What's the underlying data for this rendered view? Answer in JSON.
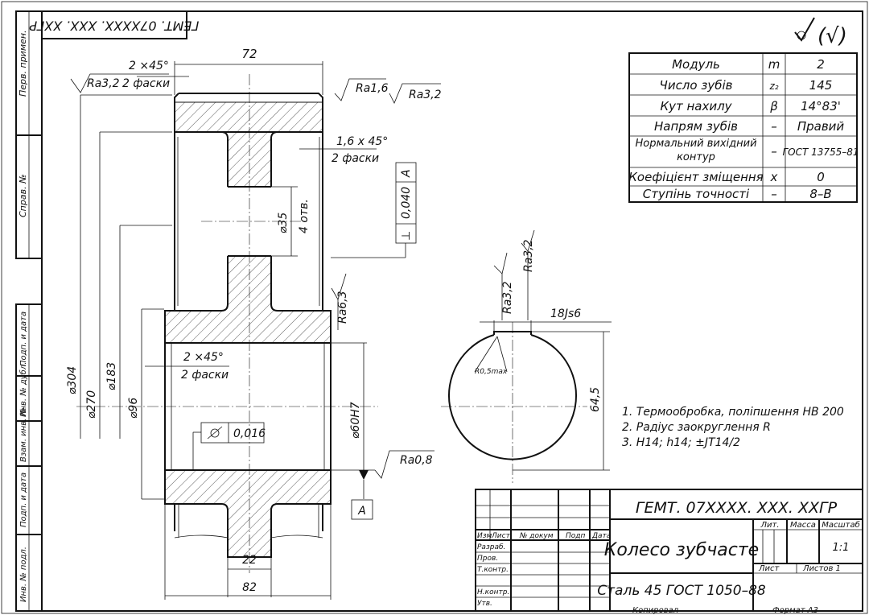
{
  "stamp_top": "ГЕМТ. 07XXXX. XXX. XXГР",
  "side_labels": [
    "Перв. примен.",
    "Справ. №",
    "Подп. и дата",
    "Инв. № дубл.",
    "Взам. инв. №",
    "Подп. и дата",
    "Инв. № подл."
  ],
  "roughness_general": "(√)",
  "params_table": [
    {
      "name": "Модуль",
      "symbol": "m",
      "value": "2"
    },
    {
      "name": "Число зубів",
      "symbol": "z₂",
      "value": "145"
    },
    {
      "name": "Кут нахилу",
      "symbol": "β",
      "value": "14°83'"
    },
    {
      "name": "Напрям зубів",
      "symbol": "–",
      "value": "Правий"
    },
    {
      "name": "Нормальний вихідний контур",
      "symbol": "–",
      "value": "ГОСТ 13755–81"
    },
    {
      "name": "Коефіцієнт зміщення",
      "symbol": "x",
      "value": "0"
    },
    {
      "name": "Ступінь точності",
      "symbol": "–",
      "value": "8–B"
    }
  ],
  "dims": {
    "width_top": "72",
    "chamfer_top": "2 ×45°",
    "chamfer_top_note": "2 фаски",
    "ra_left": "Ra3,2",
    "ra_mid": "Ra1,6",
    "ra_right": "Ra3,2",
    "chamfer_inner": "1,6 x 45°",
    "chamfer_inner_note": "2 фаски",
    "tol_perp": "0,040",
    "tol_perp_base": "A",
    "hole_dia": "⌀35",
    "hole_count": "4 отв.",
    "ra_hub": "Ra6,3",
    "chamfer_bore": "2 ×45°",
    "chamfer_bore_note": "2 фаски",
    "d304": "⌀304",
    "d270": "⌀270",
    "d183": "⌀183",
    "d96": "⌀96",
    "bore": "⌀60H7",
    "tol_runout": "0,016",
    "ra_bore": "Ra0,8",
    "base_A": "A",
    "w22": "22",
    "w82": "82"
  },
  "section": {
    "ra_a": "Ra3,2",
    "ra_b": "Ra3,2",
    "key_width": "18Js6",
    "height": "64,5",
    "radius": "R0,5max"
  },
  "notes": [
    "1. Термообробка, поліпшення НВ 200",
    "2. Радіус заокруглення  R",
    "3. H14; h14; ±JT14/2"
  ],
  "title_block": {
    "doc_code": "ГЕМТ. 07XXXX. XXX. XXГР",
    "part_name": "Колесо зубчасте",
    "material": "Сталь 45 ГОСТ 1050–88",
    "col_izm": "Изм",
    "col_list": "Лист",
    "col_doc": "№ докум",
    "col_podp": "Подп",
    "col_data": "Дата",
    "row_razrab": "Разраб.",
    "row_prov": "Пров.",
    "row_tkontr": "Т.контр.",
    "row_nkontr": "Н.контр.",
    "row_utv": "Утв.",
    "lit": "Лит.",
    "massa": "Масса",
    "masshtab": "Масштаб",
    "scale": "1:1",
    "sheet": "Лист",
    "sheets": "Листов  1",
    "copied": "Копировал",
    "format": "Формат    А3"
  }
}
